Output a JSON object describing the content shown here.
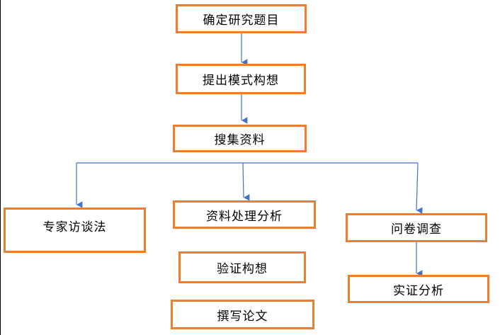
{
  "flowchart": {
    "accent_color": "#ED7D31",
    "line_color": "#4472C4",
    "nodes": {
      "topic": "确定研究题目",
      "model": "提出模式构想",
      "collect": "搜集资料",
      "expert": "专家访谈法",
      "process": "资料处理分析",
      "survey": "问卷调查",
      "verify": "验证构想",
      "empirical": "实证分析",
      "write": "撰写论文"
    }
  }
}
